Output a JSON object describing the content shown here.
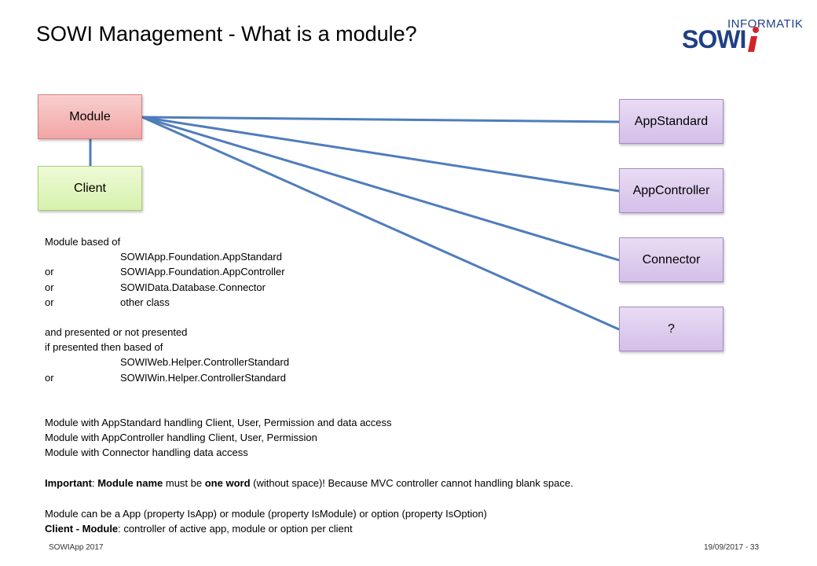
{
  "slide": {
    "title": "SOWI Management - What is a module?",
    "logo": {
      "top_text": "INFORMATIK",
      "main_text": "SOWI"
    }
  },
  "diagram": {
    "module_box": "Module",
    "client_box": "Client",
    "targets": [
      "AppStandard",
      "AppController",
      "Connector",
      "?"
    ]
  },
  "body": {
    "based_of": [
      {
        "prefix": "Module based of",
        "value": ""
      },
      {
        "prefix": "",
        "value": "SOWIApp.Foundation.AppStandard"
      },
      {
        "prefix": "or",
        "value": "SOWIApp.Foundation.AppController"
      },
      {
        "prefix": "or",
        "value": "SOWIData.Database.Connector"
      },
      {
        "prefix": "or",
        "value": "other class"
      }
    ],
    "presented": [
      {
        "prefix": "and presented or not presented",
        "value": ""
      },
      {
        "prefix": "if presented then based of",
        "value": ""
      },
      {
        "prefix": "",
        "value": "SOWIWeb.Helper.ControllerStandard"
      },
      {
        "prefix": "or",
        "value": "SOWIWin.Helper.ControllerStandard"
      }
    ],
    "handling": [
      "Module with AppStandard handling Client, User, Permission and data access",
      "Module with AppController handling Client, User, Permission",
      "Module with Connector handling data access"
    ],
    "important": {
      "label": "Important",
      "part1": ": ",
      "bold1": "Module name",
      "part2": " must be ",
      "bold2": "one word",
      "part3": " (without space)! Because MVC controller cannot handling blank space."
    },
    "module_types": "Module can be a App (property IsApp) or module (property IsModule) or  option (property IsOption)",
    "client_module": {
      "label": "Client - Module",
      "rest": ": controller of active app, module or option per client"
    }
  },
  "footer": {
    "left": "SOWIApp 2017",
    "right": "19/09/2017 - 33"
  },
  "colors": {
    "connector": "#4f7dbb",
    "logo": "#1f3f86",
    "logo_accent": "#d2232a"
  }
}
